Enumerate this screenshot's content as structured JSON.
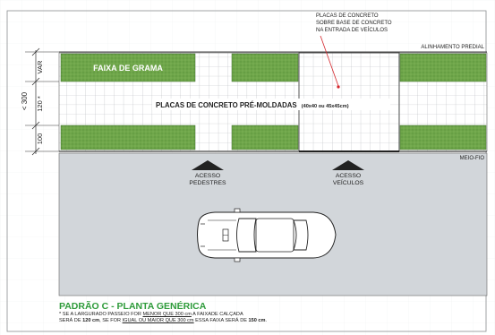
{
  "labels": {
    "faixa_grama": "FAIXA DE GRAMA",
    "placas_main": "PLACAS DE CONCRETO PRÉ-MOLDADAS",
    "placas_dim": "(40x40 ou 45x45cm)",
    "placas_entrada": [
      "PLACAS DE CONCRETO",
      "SOBRE BASE DE CONCRETO",
      "NA ENTRADA DE VEÍCULOS"
    ],
    "alinhamento": "ALINHAMENTO PREDIAL",
    "meio_fio": "MEIO-FIO",
    "acesso_pedestres": [
      "ACESSO",
      "PEDESTRES"
    ],
    "acesso_veiculos": [
      "ACESSO",
      "VEÍCULOS"
    ]
  },
  "dimensions": {
    "total": "< 300",
    "var": "VAR",
    "mid": "120 *",
    "bottom": "100"
  },
  "caption": {
    "title": "PADRÃO C - PLANTA GENÉRICA",
    "line1_pre": "* SE A LARGURADO PASSEIO FOR ",
    "line1_u": "MENOR QUE 300 cm",
    "line1_post": " A FAIXADE CALÇADA",
    "line2_pre": "SERÁ DE ",
    "line2_b1": "120 cm",
    "line2_mid": ", SE FOR ",
    "line2_u": "IGUAL OU MAIOR QUE 300 cm",
    "line2_mid2": " ESSA FAIXA SERÁ DE ",
    "line2_b2": "150 cm",
    "line2_end": "."
  },
  "colors": {
    "grass": "#6fa64a",
    "grass_dark": "#4f8a36",
    "street": "#d2d6da",
    "grid": "#b9bcbf",
    "caption_green": "#2e9b3a",
    "arrow_red": "#d4242a"
  }
}
